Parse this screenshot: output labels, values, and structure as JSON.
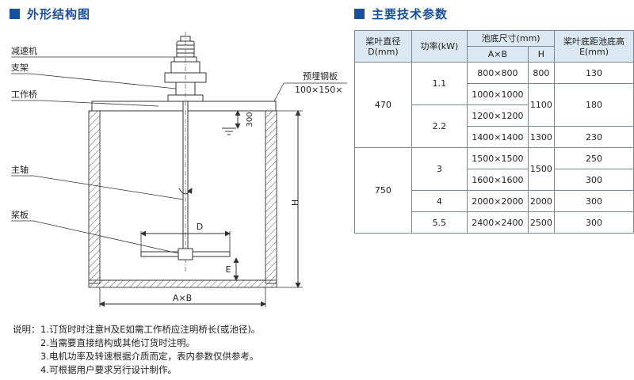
{
  "section_left": {
    "title": "外形结构图"
  },
  "section_right": {
    "title": "主要技术参数"
  },
  "diagram": {
    "labels": {
      "reducer": "减速机",
      "bracket": "支架",
      "bridge": "工作桥",
      "plate": "预埋钢板",
      "plate_size": "100×150×",
      "shaft": "主轴",
      "paddle": "桨板",
      "d": "D",
      "e": "E",
      "h": "H",
      "ab": "A×B",
      "level": "300"
    }
  },
  "table": {
    "headers": {
      "diameter": "桨叶直径\nD(mm)",
      "power": "功率(kW)",
      "pool": "池底尺寸(mm)",
      "ab": "A×B",
      "h": "H",
      "e": "桨叶底距池底高\nE(mm)"
    },
    "diameters": [
      "470",
      "750"
    ],
    "powers": [
      "1.1",
      "2.2",
      "3",
      "4",
      "5.5"
    ],
    "pool_sizes": [
      "800×800",
      "1000×1000",
      "1200×1200",
      "1400×1400",
      "1500×1500",
      "1600×1600",
      "2000×2000",
      "2400×2400"
    ],
    "heights": [
      "800",
      "1100",
      "1300",
      "1500",
      "2000",
      "2500"
    ],
    "e_values": [
      "130",
      "180",
      "230",
      "250",
      "300",
      "300",
      "300"
    ]
  },
  "notes": {
    "prefix": "说明：",
    "items": [
      "1.订货时时注意H及E如需工作桥应注明桥长(或池径)。",
      "2.当需要直接结构或其他订货时注明。",
      "3.电机功率及转速根据介质而定，表内参数仅供参考。",
      "4.可根据用户要求另行设计制作。"
    ]
  },
  "colors": {
    "accent": "#1a4f9c",
    "header_fill": "#dbe8f1",
    "border": "#7a8894"
  }
}
